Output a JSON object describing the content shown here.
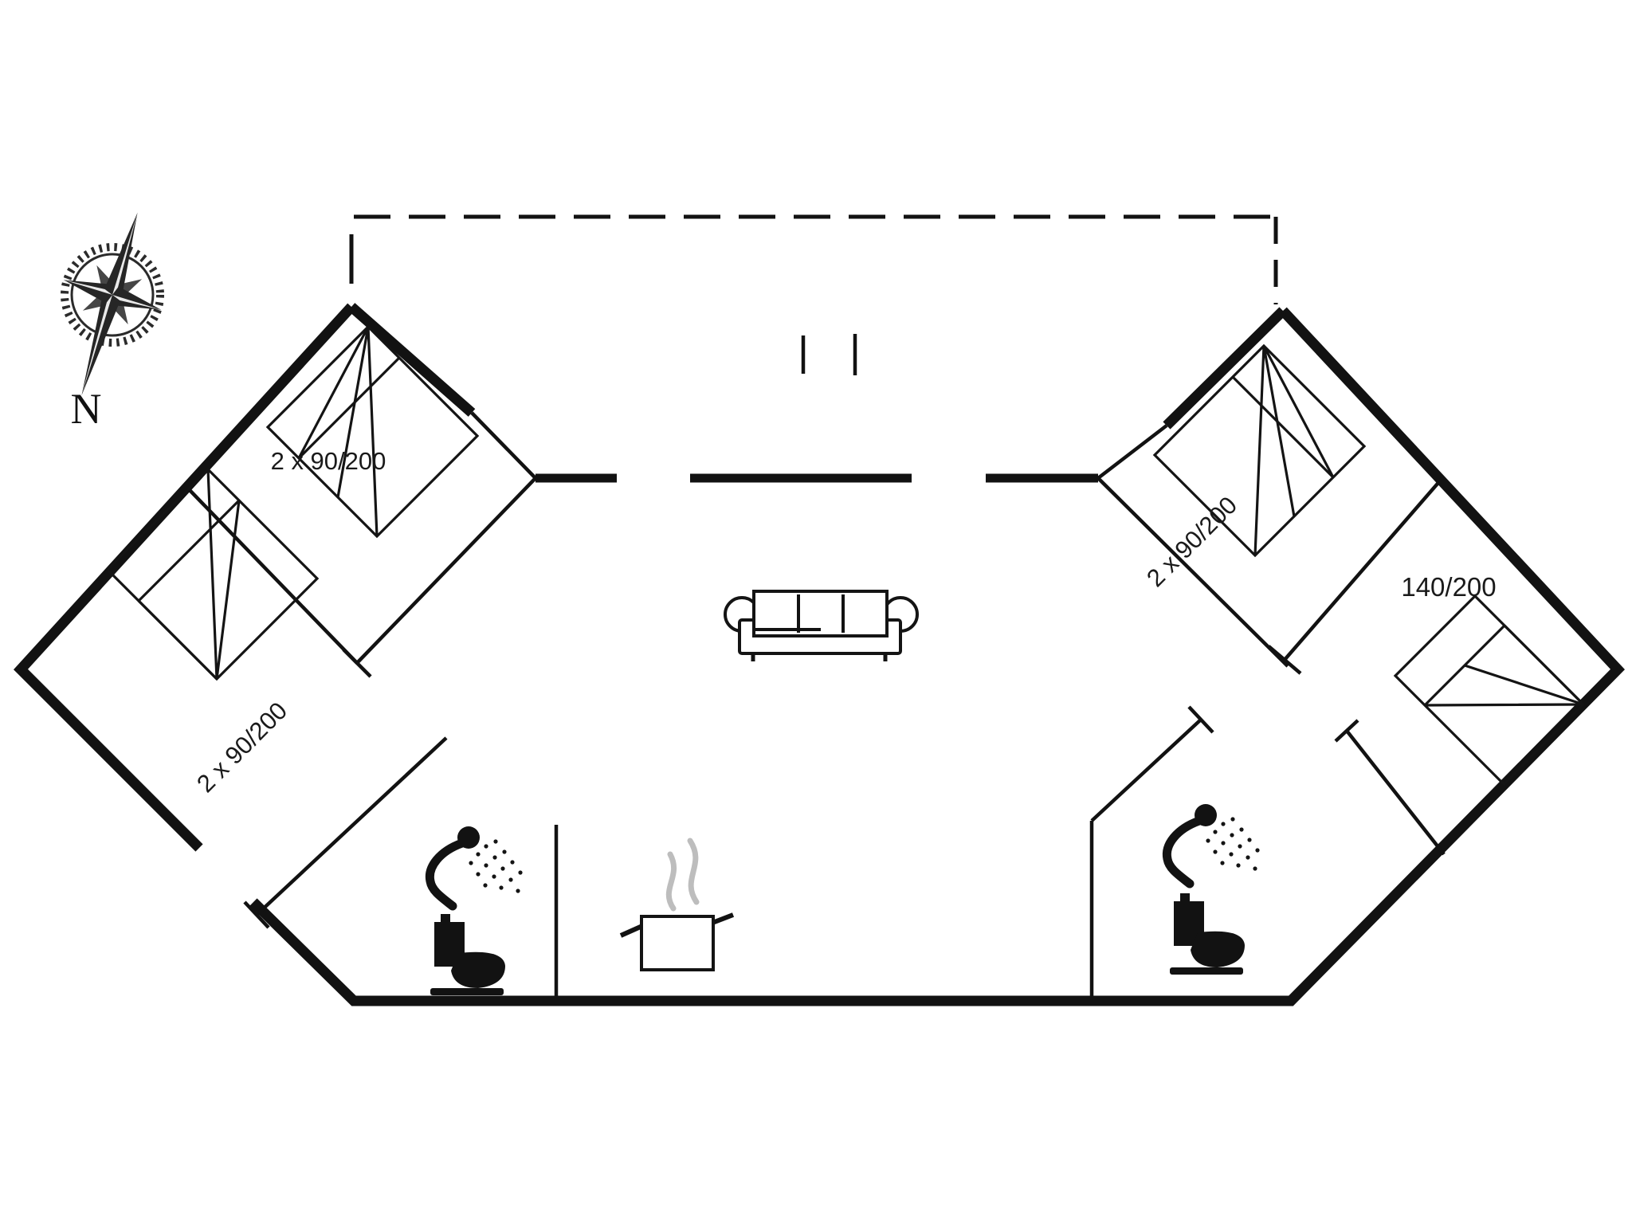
{
  "page": {
    "kind": "holiday-house-floor-plan",
    "background": "#ffffff"
  },
  "compass": {
    "label": "N"
  },
  "beds": {
    "top_left": {
      "label": "2 x 90/200"
    },
    "bottom_left": {
      "label": "2 x 90/200"
    },
    "top_right": {
      "label": "2 x 90/200"
    },
    "right": {
      "label": "140/200"
    }
  },
  "colors": {
    "wall": "#121212",
    "steam": "#bdbdbd",
    "text": "#1a1a1a",
    "background": "#ffffff"
  },
  "icons": [
    "compass-rose-icon",
    "shower-icon-left",
    "toilet-icon-left",
    "shower-icon-right",
    "toilet-icon-right",
    "cooking-pot-icon",
    "steam-icon",
    "sofa-icon"
  ]
}
